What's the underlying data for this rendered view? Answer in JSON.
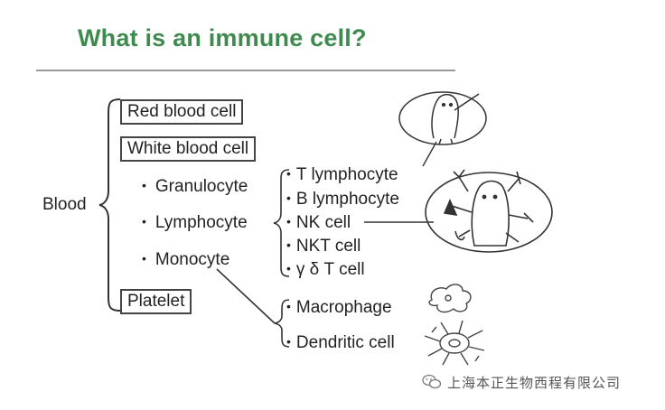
{
  "title": "What is an immune cell?",
  "blood": "Blood",
  "boxes": {
    "red": "Red blood cell",
    "white": "White blood cell",
    "platelet": "Platelet"
  },
  "white_cells": [
    "Granulocyte",
    "Lymphocyte",
    "Monocyte"
  ],
  "lymphocytes": [
    "T lymphocyte",
    "B lymphocyte",
    "NK cell",
    "NKT cell",
    "γ δ T cell"
  ],
  "monocyte_derived": [
    "Macrophage",
    "Dendritic cell"
  ],
  "watermark": "上海本正生物西程有限公司",
  "icons": [
    "wechat-bubble-icon",
    "t-cell-sword-illustration",
    "nk-cell-weapons-illustration",
    "macrophage-blob-illustration",
    "dendritic-cell-illustration"
  ]
}
